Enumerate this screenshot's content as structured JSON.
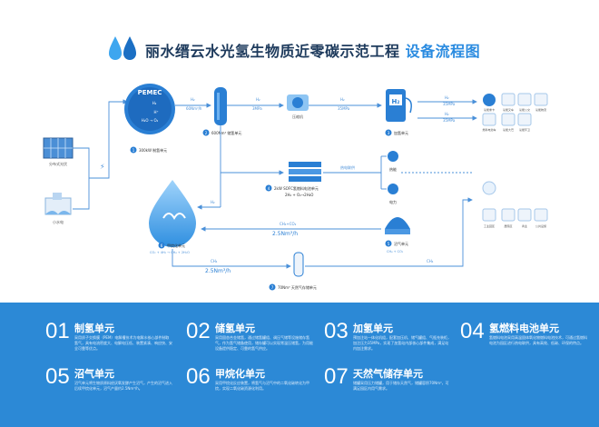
{
  "title": {
    "main": "丽水缙云水光氢生物质近零碳示范工程",
    "accent": "设备流程图"
  },
  "sources": {
    "solar": "分布式光伏",
    "hydro": "小水电"
  },
  "pemec": {
    "name": "PEMEC",
    "eq1": "H₂",
    "eq2": "H⁺",
    "eq3": "H₂O → O₂",
    "unit": "300kW 制氢单元",
    "no": "1"
  },
  "storage": {
    "unit": "600Nm³ 储氢单元",
    "no": "2"
  },
  "hydrogen_station": {
    "unit": "加氢单元",
    "no": "3"
  },
  "fuel_cell": {
    "unit": "2kW SOFC氢燃料电池单元",
    "reaction": "2H₂ + O₂→2H₂O",
    "no": "4",
    "out_label": "热电联供",
    "heat": "热能",
    "power": "电力"
  },
  "biogas": {
    "unit": "沼气单元",
    "reaction": "CH₄ + CO₂",
    "no": "5"
  },
  "methanation": {
    "unit": "甲烷化单元",
    "reaction": "CO₂ + 4H₂ → CH₄ + 2H₂O",
    "no": "6"
  },
  "gas_storage": {
    "unit": "70Nm³ 天然气存储单元",
    "no": "7"
  },
  "flows": {
    "h2": "H₂",
    "p1": "60Nm³/h",
    "p2": "3MPa",
    "p3": "3MPa",
    "p4": "35MPa",
    "p5": "35MPa",
    "compressor": "压缩机",
    "biogas_in": "CH₄+CO₂",
    "biogas_rate": "2.5Nm³/h",
    "ch4": "CH₄",
    "ch4_rate": "2.5Nm³/h",
    "h2_meth": "H₂"
  },
  "applications": {
    "row1": [
      "氢能重卡",
      "氢能叉车",
      "氢能公交",
      "氢能物流"
    ],
    "row2": [
      "燃料电池车",
      "氢能大巴",
      "氢能环卫"
    ],
    "row3": [
      "工业园区",
      "居民区",
      "商业",
      "公共设施"
    ]
  },
  "cards": [
    {
      "num": "01",
      "title": "制氢单元",
      "desc": "采用质子交换膜（PEM）电解槽技术为电解水核心部件制取氢气，具有电流密度大、电解电压低、装置紧凑、响应快、安全可靠等优点。"
    },
    {
      "num": "02",
      "title": "储氢单元",
      "desc": "采用固态合金储氢，通过储氢罐组、调压气储等设施储存氢气，作为氢气储备使用，储存罐可以实现常温压储氢，为用能设备提供稳定、可靠的氢气供应。"
    },
    {
      "num": "03",
      "title": "加氢单元",
      "desc": "预加注站一体化机组，配套加压机、储气罐组、气瓶充装柜，加注压力35MPa，实现了加氢站内部核心部件集成，满足站内加注需求。"
    },
    {
      "num": "04",
      "title": "氢燃料电池单元",
      "desc": "氢燃料电池采用高温固体氧化物燃料电池技术，可通过氢燃料电池为园区进行热电联供，具有高效、低碳、环保的特点。"
    },
    {
      "num": "05",
      "title": "沼气单元",
      "desc": "沼气单元将生物质原料经厌氧发酵产生沼气，产生的沼气进入后续甲烷化单元，沼气产量约2.5Nm³/h。"
    },
    {
      "num": "06",
      "title": "甲烷化单元",
      "desc": "采用甲烷化反应装置，将氢气与沼气中的二氧化碳转化为甲烷，实现二氧化碳资源化利用。"
    },
    {
      "num": "07",
      "title": "天然气储存单元",
      "desc": "储罐采用压力储罐，用于储存天然气，储罐容积70Nm³，可满足园区内用气需求。"
    }
  ]
}
